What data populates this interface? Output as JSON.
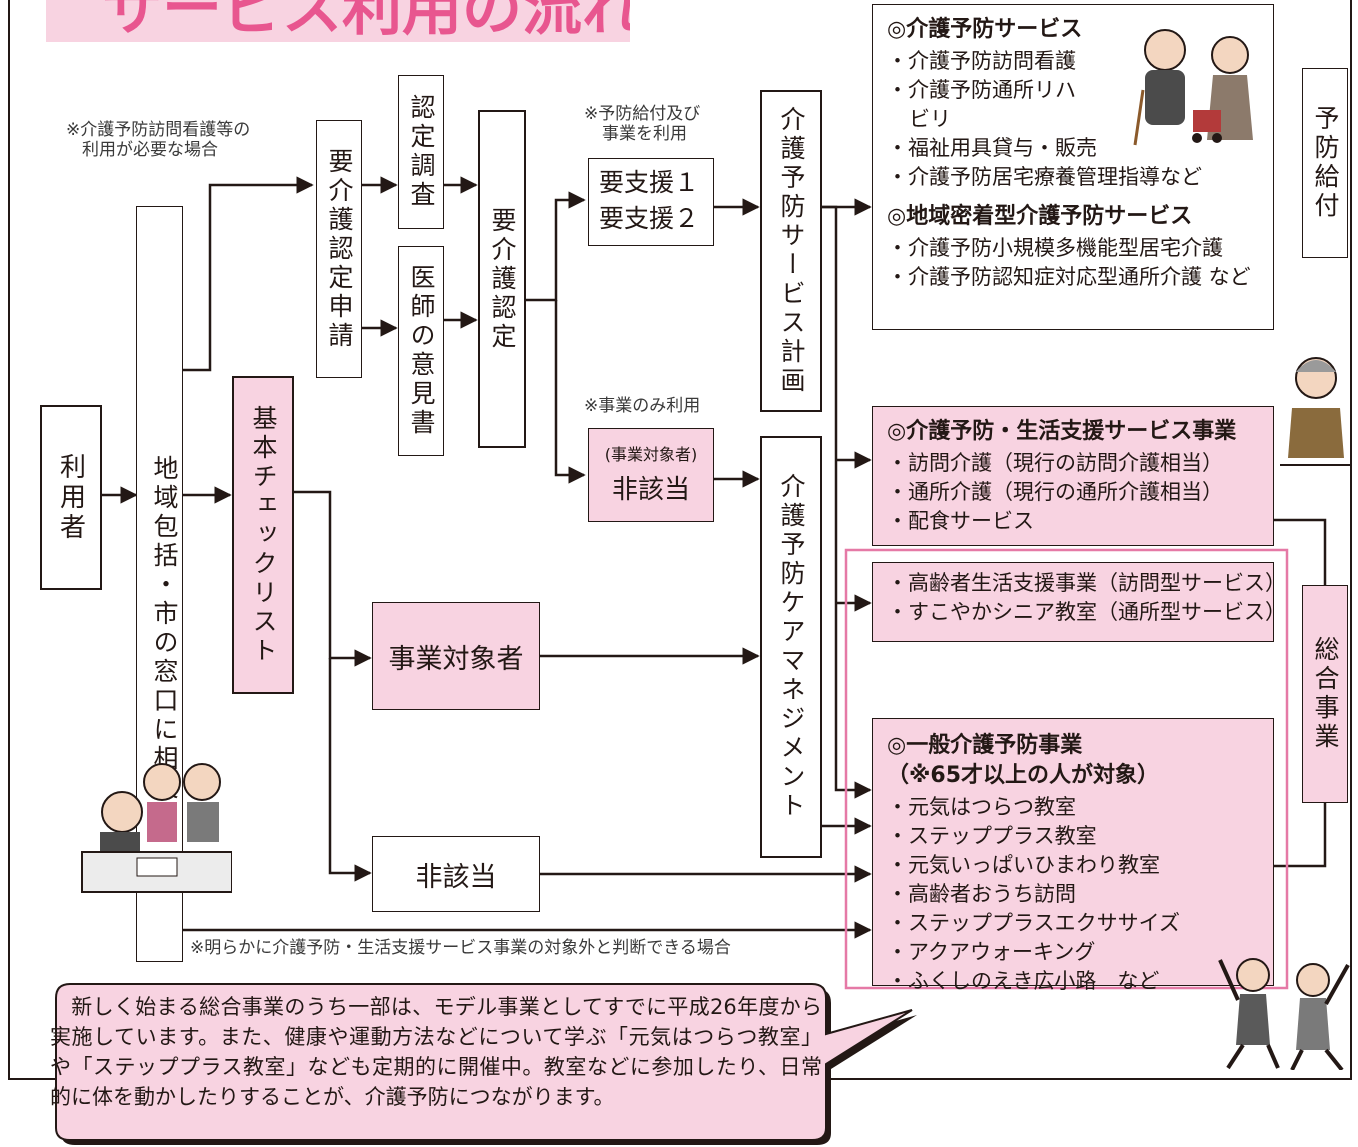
{
  "title": "サービス利用の流れ",
  "nodes": {
    "user": "利用者",
    "consult": "地域包括・市の窓口に相談",
    "checklist": "基本チェックリスト",
    "application": "要介護認定申請",
    "survey": "認定調査",
    "doctor": "医師の意見書",
    "certification": "要介護認定",
    "support1": "要支援１",
    "support2": "要支援２",
    "plan": "介護予防サービス計画",
    "non_applicable_small": "(事業対象者)",
    "non_applicable": "非該当",
    "care_mgmt": "介護予防ケアマネジメント",
    "target": "事業対象者",
    "non_applicable_2": "非該当",
    "preventive_benefit": "予防給付",
    "comprehensive": "総合事業"
  },
  "notes": {
    "visit_nursing_1": "※介護予防訪問看護等の",
    "visit_nursing_2": "利用が必要な場合",
    "benefit_use_1": "※予防給付及び",
    "benefit_use_2": "事業を利用",
    "project_only": "※事業のみ利用",
    "clearly_outside": "※明らかに介護予防・生活支援サービス事業の対象外と判断できる場合"
  },
  "service_box_1": {
    "head1": "◎介護予防サービス",
    "items1": [
      "介護予防訪問看護",
      "介護予防通所リハ",
      "ビリ",
      "福祉用具貸与・販売",
      "介護予防居宅療養管理指導など"
    ],
    "head2": "◎地域密着型介護予防サービス",
    "items2": [
      "介護予防小規模多機能型居宅介護",
      "介護予防認知症対応型通所介護 など"
    ]
  },
  "service_box_2": {
    "head": "◎介護予防・生活支援サービス事業",
    "items": [
      "訪問介護（現行の訪問介護相当）",
      "通所介護（現行の通所介護相当）",
      "配食サービス"
    ]
  },
  "service_box_3": {
    "items": [
      "高齢者生活支援事業（訪問型サービス）",
      "すこやかシニア教室（通所型サービス）"
    ]
  },
  "service_box_4": {
    "head1": "◎一般介護予防事業",
    "head2": "（※65才以上の人が対象）",
    "items": [
      "元気はつらつ教室",
      "ステッププラス教室",
      "元気いっぱいひまわり教室",
      "高齢者おうち訪問",
      "ステッププラスエクササイズ",
      "アクアウォーキング",
      "ふくしのえき広小路　など"
    ]
  },
  "callout": {
    "text": "　新しく始まる総合事業のうち一部は、モデル事業としてすでに平成26年度から実施しています。また、健康や運動方法などについて学ぶ「元気はつらつ教室」や「ステッププラス教室」なども定期的に開催中。教室などに参加したり、日常的に体を動かしたりすることが、介護予防につながります。"
  },
  "colors": {
    "pink_fill": "#f8d3e1",
    "pink_line": "#e579a6",
    "title_pink": "#e8568f",
    "line": "#231815"
  }
}
